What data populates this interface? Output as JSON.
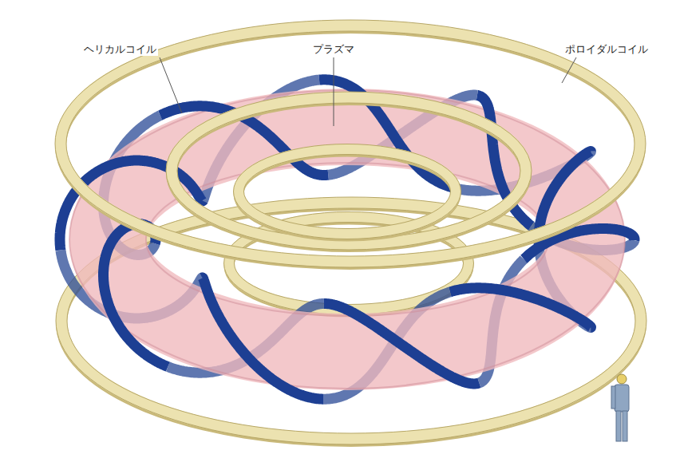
{
  "diagram": {
    "labels": [
      "ヘリカルコイル",
      "プラズマ",
      "ポロイダルコイル"
    ]
  }
}
